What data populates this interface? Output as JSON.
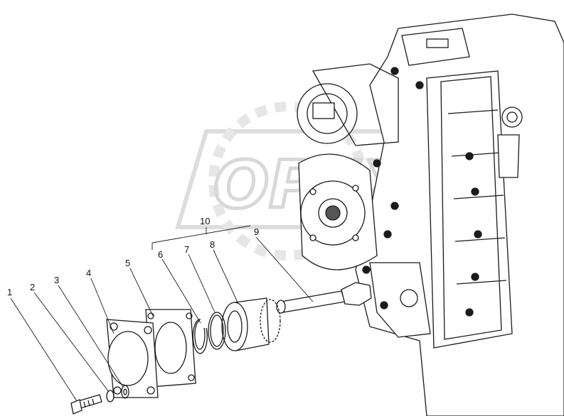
{
  "watermark": {
    "text": "OPEX"
  },
  "callouts": [
    {
      "id": "1",
      "text": "1"
    },
    {
      "id": "2",
      "text": "2"
    },
    {
      "id": "3",
      "text": "3"
    },
    {
      "id": "4",
      "text": "4"
    },
    {
      "id": "5",
      "text": "5"
    },
    {
      "id": "6",
      "text": "6"
    },
    {
      "id": "7",
      "text": "7"
    },
    {
      "id": "8",
      "text": "8"
    },
    {
      "id": "9",
      "text": "9"
    },
    {
      "id": "10",
      "text": "10"
    }
  ],
  "parts": [
    "bolt",
    "lock-washer",
    "flat-washer",
    "cover",
    "gasket",
    "snap-ring",
    "retaining-ring",
    "bearing",
    "shaft",
    "gearbox-housing"
  ],
  "colors": {
    "line": "#1a1a1a",
    "watermark": "#dcdcdc",
    "background": "#ffffff"
  }
}
